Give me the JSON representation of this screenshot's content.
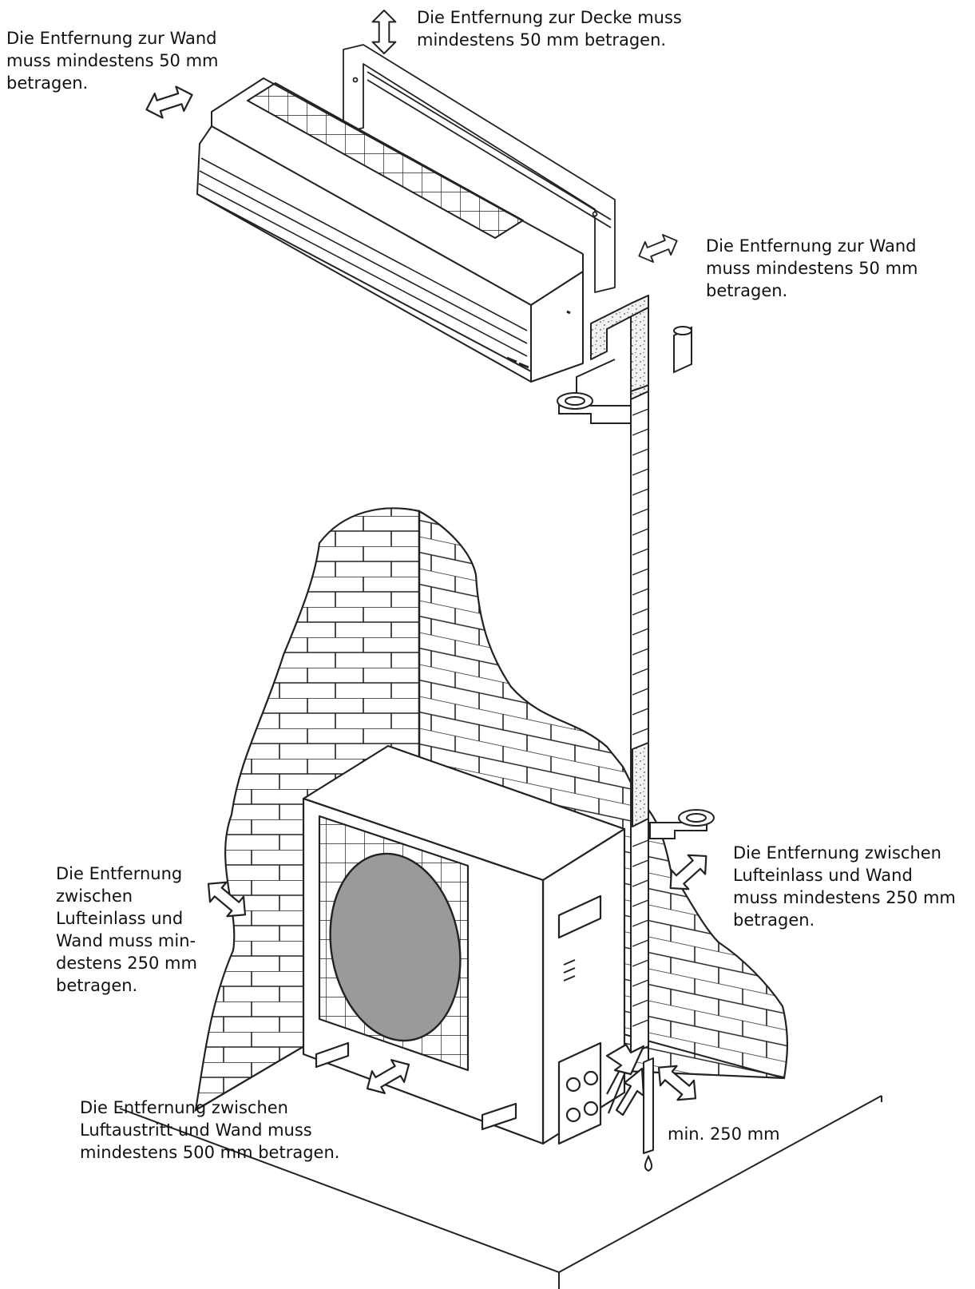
{
  "colors": {
    "line": "#1a1a1a",
    "fan_fill": "#9a9a9a",
    "arrow_fill": "#ffffff",
    "insulation_fill": "#e9e9e9"
  },
  "labels": {
    "wall_left": "Die Entfernung zur Wand\nmuss mindestens 50 mm\nbetragen.",
    "ceiling": "Die Entfernung zur Decke muss\nmindestens 50 mm betragen.",
    "wall_right": "Die Entfernung zur Wand\nmuss mindestens 50 mm\nbetragen.",
    "inlet_right": "Die Entfernung zwischen\nLufteinlass und Wand\nmuss mindestens 250 mm\nbetragen.",
    "inlet_left": "Die Entfernung\nzwischen\nLufteinlass und\nWand muss min-\ndestens 250 mm\nbetragen.",
    "outlet": "Die Entfernung zwischen\nLuftaustritt und Wand muss\nmindestens 500 mm betragen.",
    "min_clearance": "min. 250 mm"
  },
  "icons": {
    "clearance_arrow": "double-headed-arrow-icon",
    "water_drop": "water-drop-icon"
  }
}
